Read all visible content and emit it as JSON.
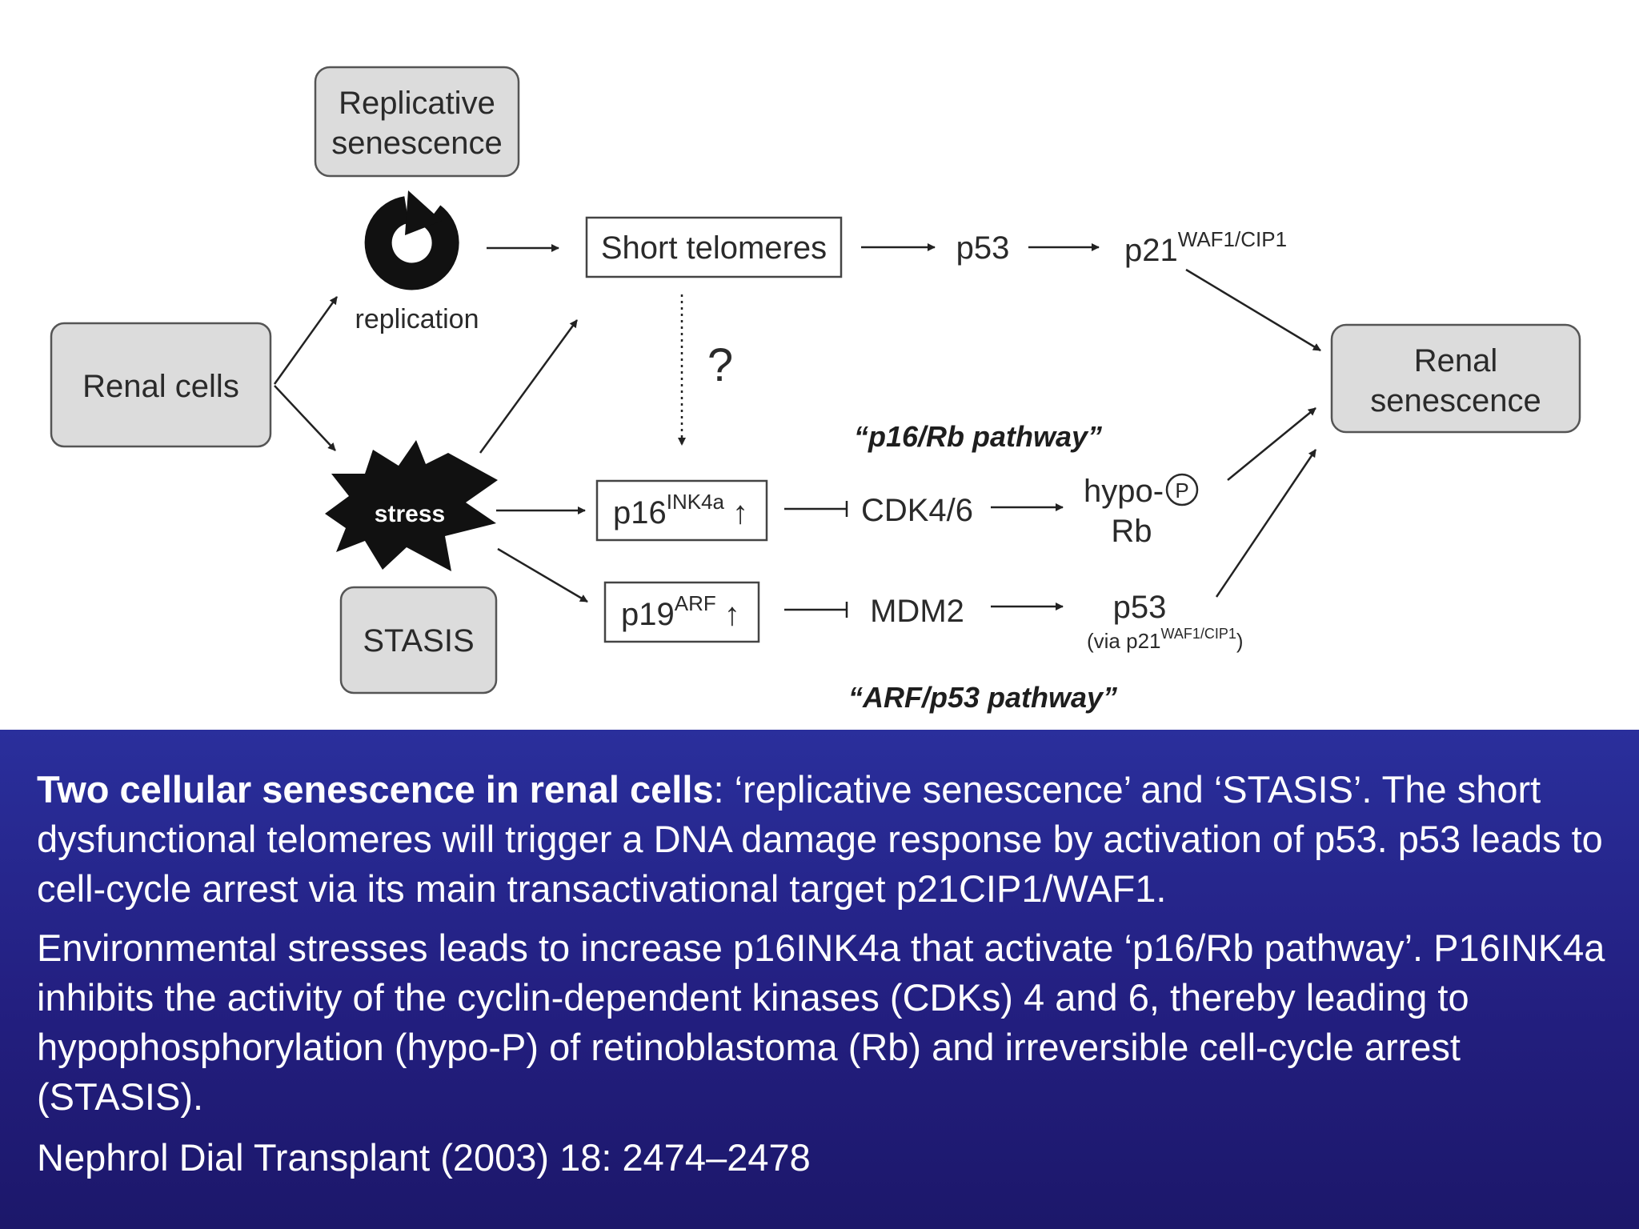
{
  "diagram": {
    "replicative_senescence": [
      "Replicative",
      "senescence"
    ],
    "replication": "replication",
    "short_telomeres": "Short telomeres",
    "p53_top": "p53",
    "p21_top": {
      "base": "p21",
      "sup": "WAF1/CIP1"
    },
    "renal_cells": "Renal cells",
    "question_mark": "?",
    "renal_senescence": [
      "Renal",
      "senescence"
    ],
    "p16_pathway": "“p16/Rb pathway”",
    "stress": "stress",
    "p16": {
      "base": "p16",
      "sup": "INK4a",
      "arrow": "↑"
    },
    "cdk46": "CDK4/6",
    "hypo": "hypo-",
    "phospho": "P",
    "rb": "Rb",
    "stasis": "STASIS",
    "p19": {
      "base": "p19",
      "sup": "ARF",
      "arrow": "↑"
    },
    "mdm2": "MDM2",
    "p53_bottom": "p53",
    "via_p21": {
      "prefix": "(via p21",
      "sup": "WAF1/CIP1",
      "suffix": ")"
    },
    "arf_pathway": "“ARF/p53 pathway”"
  },
  "caption": {
    "title_bold": "Two cellular senescence in renal cells",
    "para1_rest": ": ‘replicative senescence’ and ‘STASIS’. The short dysfunctional telomeres will trigger a DNA damage response by activation of p53. p53 leads to cell-cycle arrest via its main transactivational target p21CIP1/WAF1.",
    "para2": "Environmental stresses leads to increase p16INK4a that activate ‘p16/Rb pathway’. P16INK4a inhibits the activity of the cyclin-dependent kinases (CDKs) 4 and 6, thereby leading to hypophosphorylation (hypo-P) of retinoblastoma (Rb) and irreversible cell-cycle arrest (STASIS).",
    "reference": "Nephrol Dial Transplant (2003) 18: 2474–2478"
  },
  "colors": {
    "caption_background": "#231f80",
    "box_fill": "#dcdcdc",
    "stress_fill": "#111111"
  },
  "icons": [
    "circular-replication-arrow-icon",
    "stress-starburst-icon"
  ]
}
